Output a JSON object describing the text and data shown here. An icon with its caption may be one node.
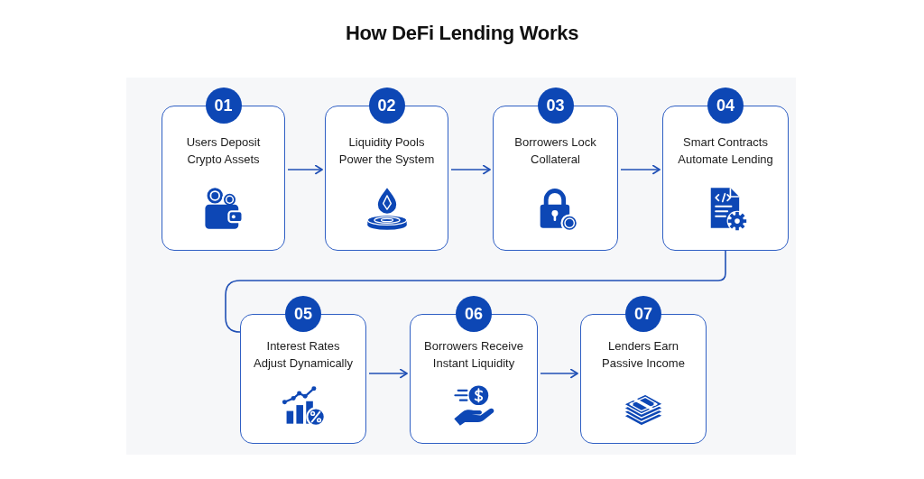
{
  "diagram": {
    "title": "How DeFi Lending Works",
    "nodes": [
      {
        "text": [
          "01",
          "Users Deposit Crypto Assets"
        ]
      },
      {
        "text": [
          "02",
          "Liquidity Pools Power the System"
        ]
      },
      {
        "text": [
          "03",
          "Borrowers Lock Collateral"
        ]
      },
      {
        "text": [
          "04",
          "Smart Contracts Automate Lending"
        ]
      },
      {
        "text": [
          "05",
          "Interest Rates Adjust Dynamically"
        ]
      },
      {
        "text": [
          "06",
          "Borrowers Receive Instant Liquidity"
        ]
      },
      {
        "text": [
          "07",
          "Lenders Earn Passive Income"
        ]
      }
    ],
    "edges": [
      {
        "from": 0,
        "to": 1,
        "arrow": "to"
      },
      {
        "from": 1,
        "to": 2,
        "arrow": "to"
      },
      {
        "from": 2,
        "to": 3,
        "arrow": "to"
      },
      {
        "from": 3,
        "to": 4,
        "arrow": "none"
      },
      {
        "from": 4,
        "to": 5,
        "arrow": "to"
      },
      {
        "from": 5,
        "to": 6,
        "arrow": "to"
      }
    ]
  }
}
